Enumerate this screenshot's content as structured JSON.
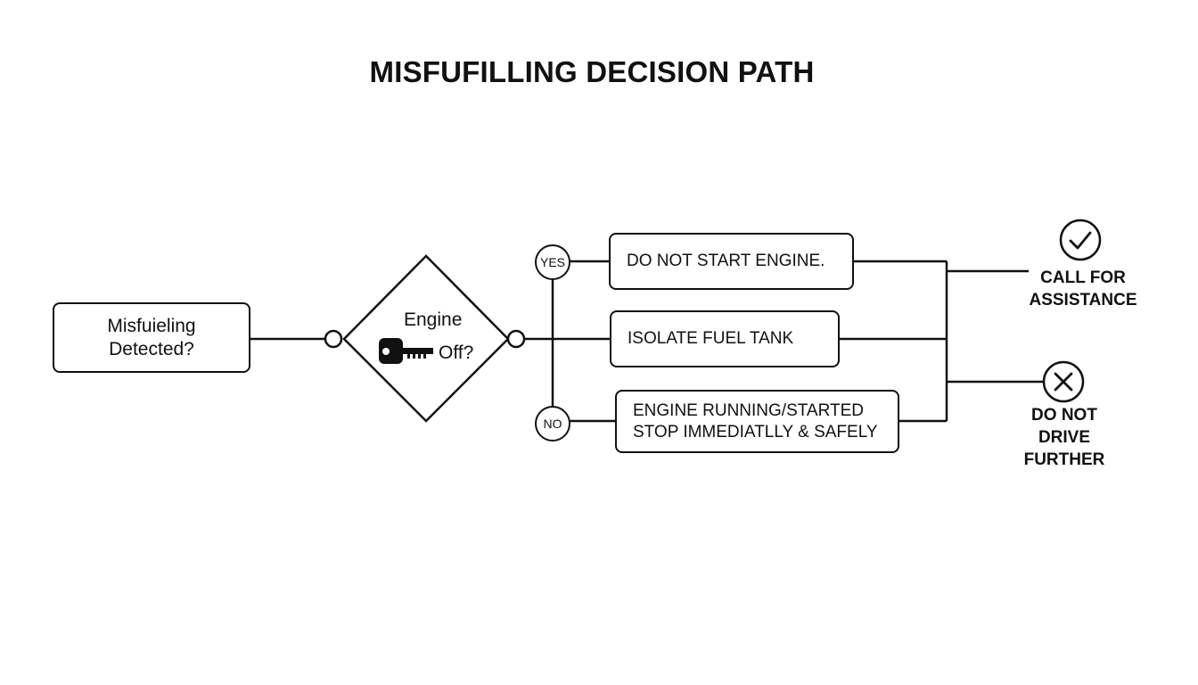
{
  "title": "MISFUFILLING DECISION PATH",
  "start": {
    "lines": [
      "Misfuieling",
      "Detected?"
    ]
  },
  "decision": {
    "line1": "Engine",
    "line2": "Off?",
    "icon": "key-icon"
  },
  "branches": {
    "yes": "YES",
    "no": "NO"
  },
  "steps": [
    {
      "lines": [
        "DO NOT START ENGINE."
      ]
    },
    {
      "lines": [
        "ISOLATE FUEL TANK"
      ]
    },
    {
      "lines": [
        "ENGINE RUNNING/STARTED",
        "STOP IMMEDIATLLY & SAFELY"
      ]
    }
  ],
  "outcomes": {
    "assist": {
      "icon": "check-icon",
      "lines": [
        "CALL FOR",
        "ASSISTANCE"
      ]
    },
    "stop": {
      "icon": "x-icon",
      "lines": [
        "DO NOT",
        "DRIVE",
        "FURTHER"
      ]
    }
  }
}
